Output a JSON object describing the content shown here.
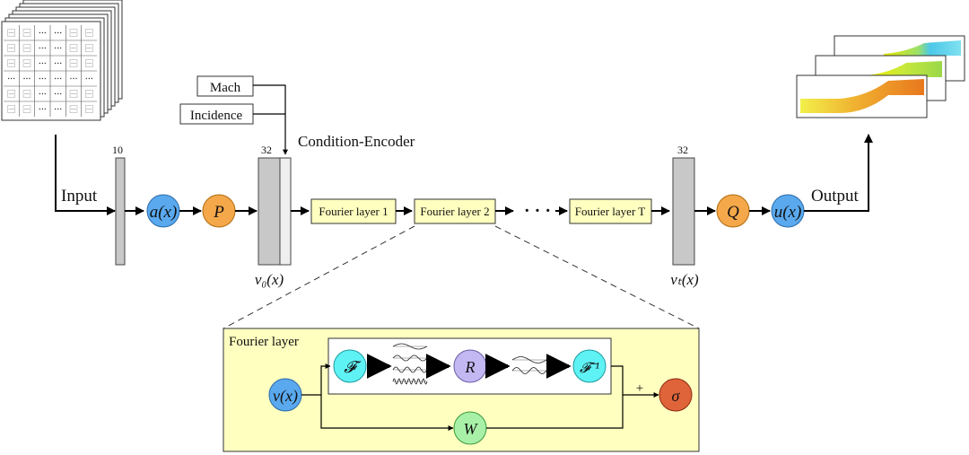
{
  "labels": {
    "input": "Input",
    "output": "Output",
    "condition_encoder": "Condition-Encoder",
    "mach": "Mach",
    "incidence": "Incidence",
    "dim_in": "10",
    "dim_v0": "32",
    "dim_vt": "32",
    "v0": "v₀(x)",
    "vt": "vₜ(x)",
    "ellipsis": "· · ·",
    "plus": "+"
  },
  "nodes": {
    "a": "a(x)",
    "p": "P",
    "q": "Q",
    "u": "u(x)"
  },
  "layers": {
    "l1": "Fourier layer 1",
    "l2": "Fourier layer 2",
    "lt": "Fourier layer T"
  },
  "detail": {
    "title": "Fourier layer",
    "v": "v(x)",
    "f": "𝓕",
    "r": "R",
    "finv": "𝓕⁻¹",
    "w": "W",
    "sigma": "σ"
  },
  "colors": {
    "node_blue": "#5aa9ef",
    "node_orange": "#f5a84a",
    "node_cyan": "#5ff2f5",
    "node_purple": "#c4b8f2",
    "node_green": "#a8f0a8",
    "node_red": "#e0643a",
    "layer_fill": "#ffffc0"
  }
}
